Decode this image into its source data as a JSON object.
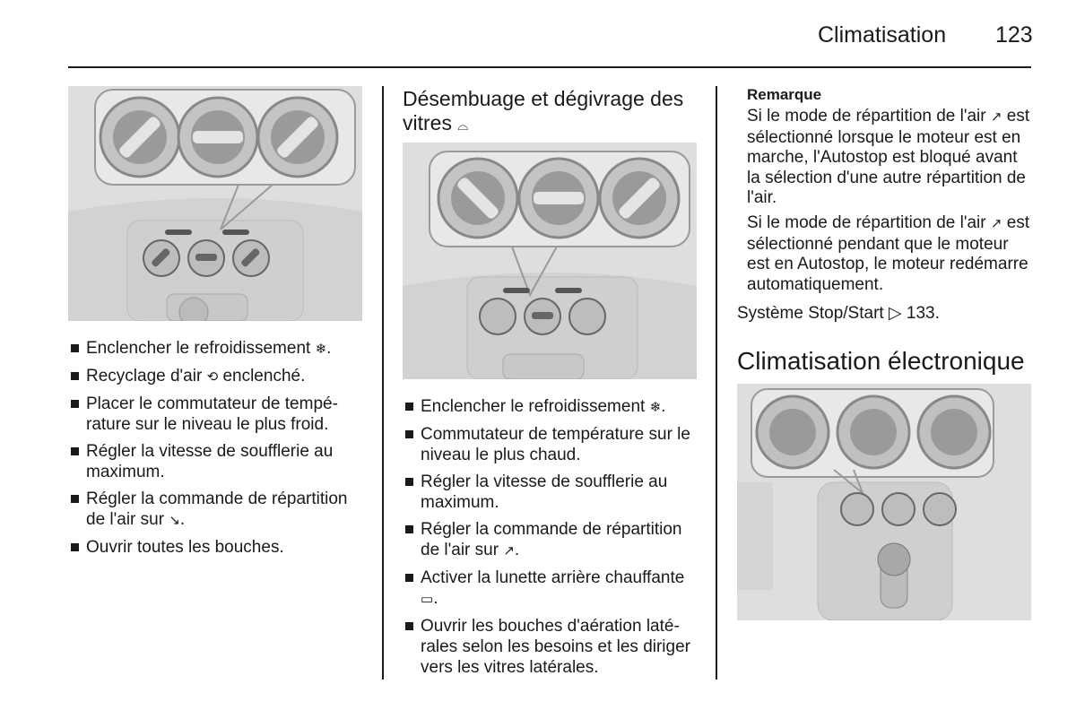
{
  "header": {
    "title": "Climatisation",
    "page_number": "123"
  },
  "col1": {
    "bullets": [
      {
        "text": "Enclencher le refroidissement",
        "icon": "snowflake-icon",
        "glyph": "❄",
        "suffix": "."
      },
      {
        "text": "Recyclage d'air",
        "icon": "air-recirculation-icon",
        "glyph": "⟲",
        "suffix": " enclenché."
      },
      {
        "text": "Placer le commutateur de tempé­rature sur le niveau le plus froid.",
        "icon": "",
        "glyph": "",
        "suffix": ""
      },
      {
        "text": "Régler la vitesse de soufflerie au maximum.",
        "icon": "",
        "glyph": "",
        "suffix": ""
      },
      {
        "text": "Régler la commande de répartition de l'air sur",
        "icon": "air-distribution-icon",
        "glyph": "↘",
        "suffix": "."
      },
      {
        "text": "Ouvrir toutes les bouches.",
        "icon": "",
        "glyph": "",
        "suffix": ""
      }
    ]
  },
  "col2": {
    "heading": "Désembuage et dégivrage des vitres",
    "heading_icon": "windscreen-defrost-icon",
    "heading_glyph": "⌓",
    "bullets": [
      {
        "text": "Enclencher le refroidissement",
        "icon": "snowflake-icon",
        "glyph": "❄",
        "suffix": "."
      },
      {
        "text": "Commutateur de température sur le niveau le plus chaud.",
        "icon": "",
        "glyph": "",
        "suffix": ""
      },
      {
        "text": "Régler la vitesse de soufflerie au maximum.",
        "icon": "",
        "glyph": "",
        "suffix": ""
      },
      {
        "text": "Régler la commande de répartition de l'air sur",
        "icon": "air-distribution-windscreen-icon",
        "glyph": "↗",
        "suffix": "."
      },
      {
        "text": "Activer la lunette arrière chauf­fante",
        "icon": "rear-window-heating-icon",
        "glyph": "▭",
        "suffix": "."
      },
      {
        "text": "Ouvrir les bouches d'aération laté­rales selon les besoins et les diriger vers les vitres latérales.",
        "icon": "",
        "glyph": "",
        "suffix": ""
      }
    ]
  },
  "col3": {
    "note_title": "Remarque",
    "note_p1": {
      "before": "Si le mode de répartition de l'air",
      "icon": "air-distribution-windscreen-icon",
      "glyph": "↗",
      "after": "est sélectionné lorsque le moteur est en marche, l'Autostop est bloqué avant la sélection d'une autre répar­tition de l'air."
    },
    "note_p2": {
      "before": "Si le mode de répartition de l'air",
      "icon": "air-distribution-windscreen-icon",
      "glyph": "↗",
      "after": "est sélectionné pendant que le mo­teur est en Autostop, le moteur re­démarre automatiquement."
    },
    "reference": {
      "text": "Système Stop/Start",
      "arrow": "▷",
      "page": "133."
    },
    "section_heading": "Climatisation électronique"
  }
}
